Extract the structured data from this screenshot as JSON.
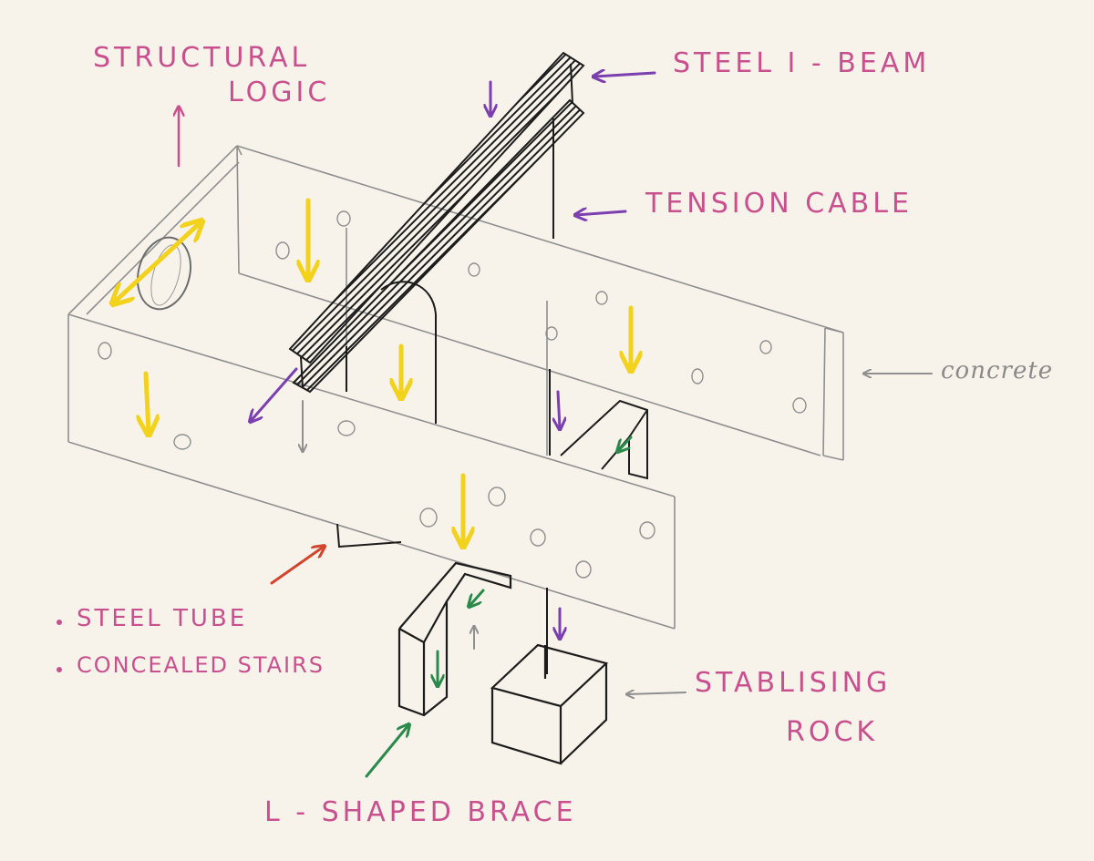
{
  "labels": {
    "structural_logic_line1": "Structural",
    "structural_logic_line2": "Logic",
    "steel_i_beam": "Steel I - Beam",
    "tension_cable": "Tension Cable",
    "concrete": "concrete",
    "steel_tube": "Steel Tube",
    "concealed_stairs": "Concealed Stairs",
    "stabilising_rock_line1": "Stablising",
    "stabilising_rock_line2": "Rock",
    "l_shaped_brace": "L - Shaped Brace"
  },
  "colors": {
    "paper": "#f7f3ea",
    "label_pink": "#c9508e",
    "arrow_yellow": "#f2d21c",
    "arrow_purple": "#7b3fb0",
    "arrow_green": "#2a8a4a",
    "arrow_red": "#d2452c",
    "pencil": "#8f8f8f",
    "ink": "#1c1c1c"
  }
}
